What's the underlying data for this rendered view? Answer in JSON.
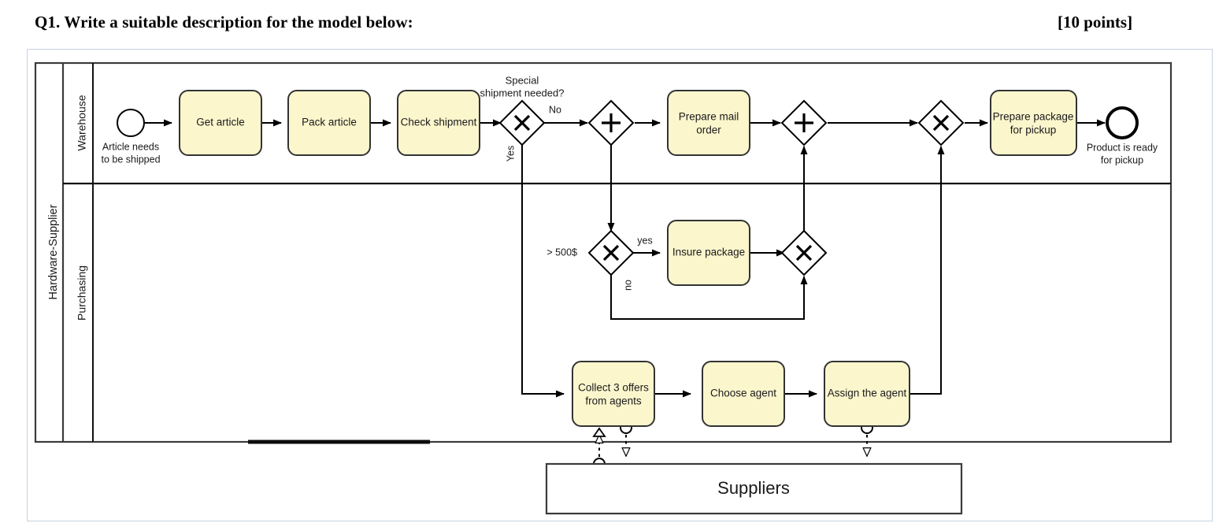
{
  "question": {
    "title": "Q1. Write a suitable description for the model below:",
    "points": "[10 points]"
  },
  "diagram": {
    "type": "bpmn-collaboration",
    "pools": [
      {
        "id": "pool-hw",
        "name": "Hardware-Supplier"
      },
      {
        "id": "pool-suppliers",
        "name": "Suppliers"
      }
    ],
    "lanes": [
      {
        "id": "lane-warehouse",
        "name": "Warehouse"
      },
      {
        "id": "lane-purchasing",
        "name": "Purchasing"
      }
    ],
    "events": [
      {
        "id": "ev-start",
        "kind": "start",
        "label": "Article needs\nto be shipped",
        "line1": "Article needs",
        "line2": "to be shipped"
      },
      {
        "id": "ev-end",
        "kind": "end",
        "label": "Product is ready\nfor pickup",
        "line1": "Product is ready",
        "line2": "for pickup"
      }
    ],
    "tasks": [
      {
        "id": "t-get-article",
        "line1": "Get article",
        "line2": ""
      },
      {
        "id": "t-pack-article",
        "line1": "Pack article",
        "line2": ""
      },
      {
        "id": "t-check-shipment",
        "line1": "Check shipment",
        "line2": ""
      },
      {
        "id": "t-prepare-mail-order",
        "line1": "Prepare mail",
        "line2": "order"
      },
      {
        "id": "t-prepare-package",
        "line1": "Prepare package",
        "line2": "for pickup"
      },
      {
        "id": "t-insure-package",
        "line1": "Insure package",
        "line2": ""
      },
      {
        "id": "t-collect-offers",
        "line1": "Collect 3 offers",
        "line2": "from agents"
      },
      {
        "id": "t-choose-agent",
        "line1": "Choose agent",
        "line2": ""
      },
      {
        "id": "t-assign-agent",
        "line1": "Assign the agent",
        "line2": ""
      }
    ],
    "gateways": [
      {
        "id": "gw-special-split",
        "kind": "exclusive",
        "label_line1": "Special",
        "label_line2": "shipment needed?"
      },
      {
        "id": "gw-parallel-split",
        "kind": "parallel",
        "label_line1": "",
        "label_line2": ""
      },
      {
        "id": "gw-parallel-join",
        "kind": "parallel",
        "label_line1": "",
        "label_line2": ""
      },
      {
        "id": "gw-special-join",
        "kind": "exclusive",
        "label_line1": "",
        "label_line2": ""
      },
      {
        "id": "gw-value-split",
        "kind": "exclusive",
        "label_line1": "> 500$",
        "label_line2": ""
      },
      {
        "id": "gw-value-join",
        "kind": "exclusive",
        "label_line1": "",
        "label_line2": ""
      }
    ],
    "flow_labels": {
      "no_upper": "No",
      "yes_upper": "Yes",
      "yes_lower": "yes",
      "no_lower": "no",
      "value_condition": "> 500$"
    },
    "colors": {
      "task_fill": "#fcf6cd",
      "task_stroke": "#333333",
      "shape_stroke": "#000000",
      "lane_stroke": "#3b3b3b",
      "frame_stroke": "#c7d2e4",
      "text": "#1a1a1a"
    }
  }
}
